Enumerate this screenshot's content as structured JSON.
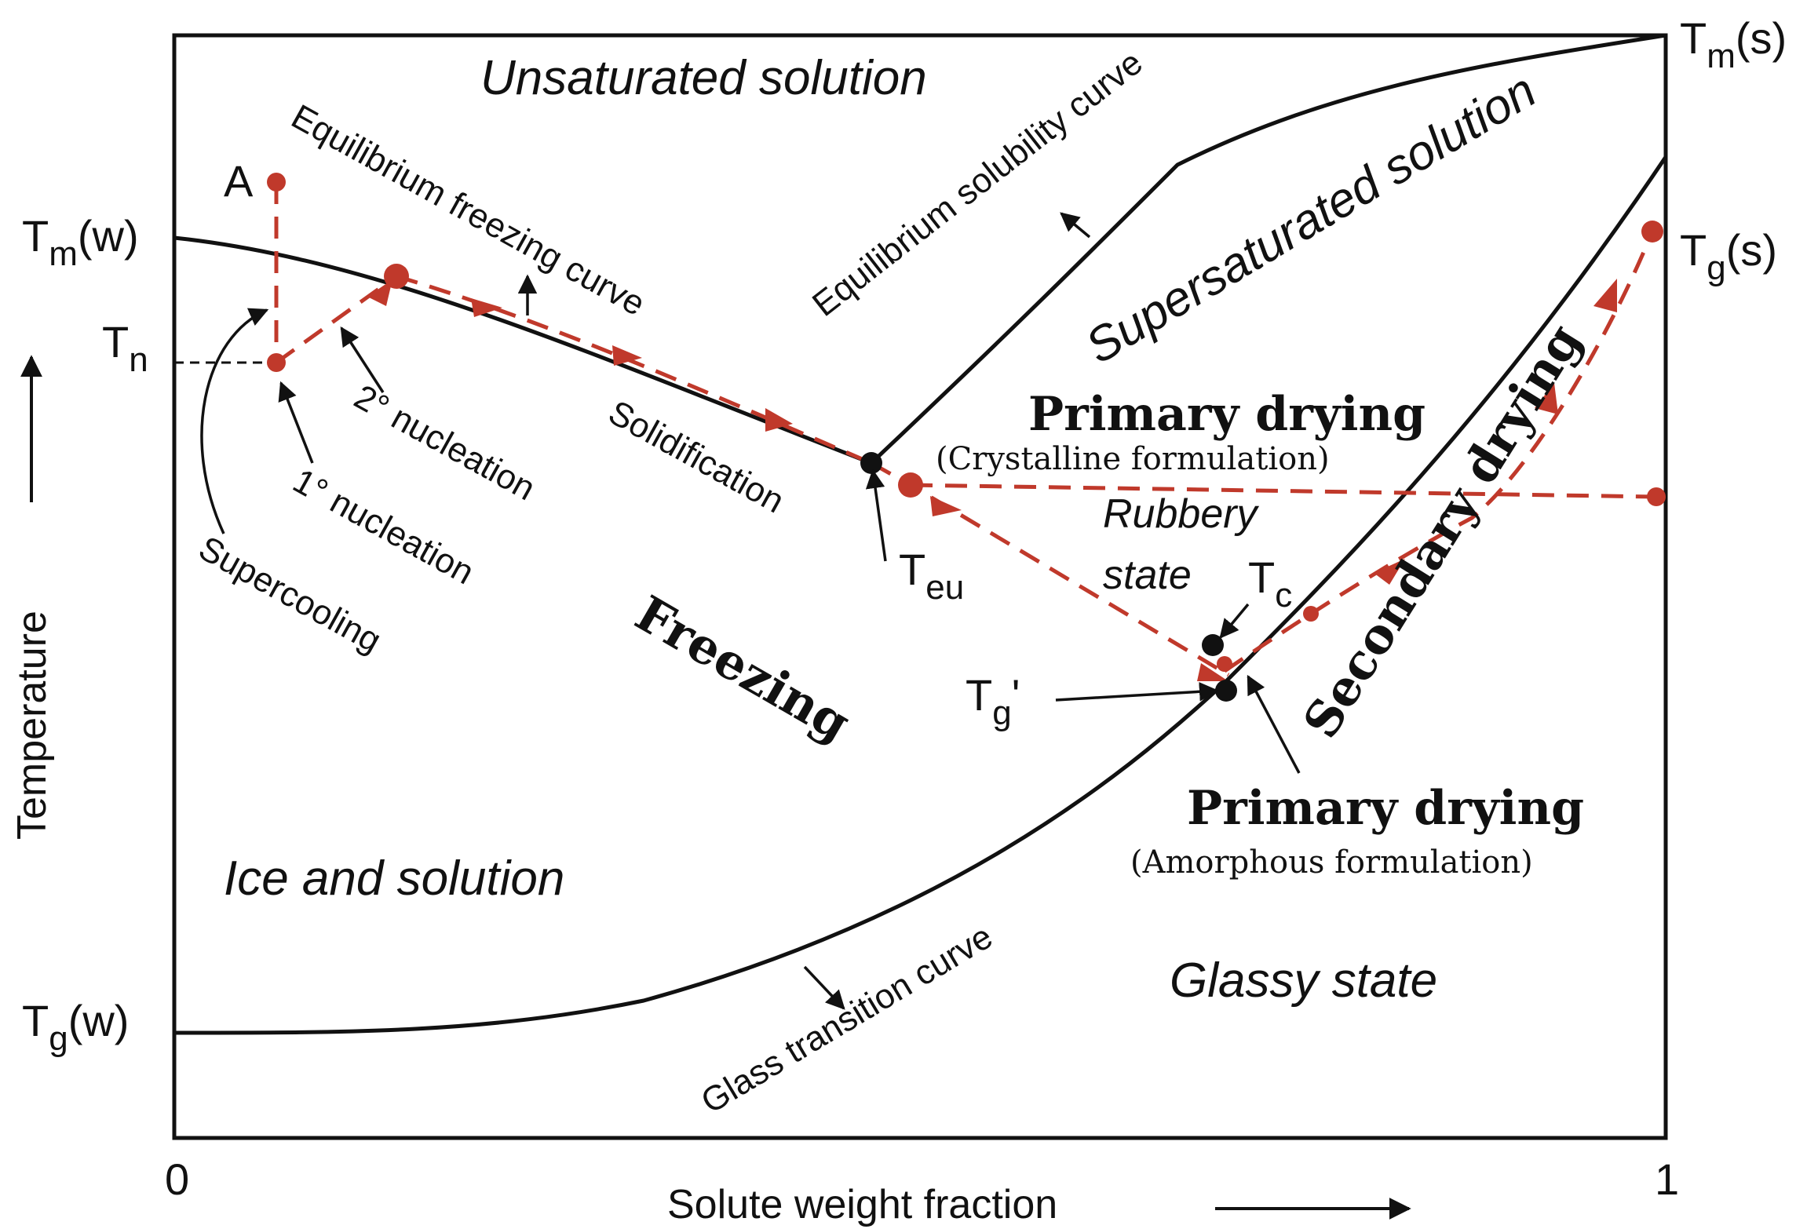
{
  "axes": {
    "x_label": "Solute weight fraction",
    "y_label": "Temperature",
    "x_tick_min": "0",
    "x_tick_max": "1"
  },
  "regions": {
    "unsaturated": "Unsaturated solution",
    "supersaturated": "Supersaturated solution",
    "ice_solution": "Ice and solution",
    "glassy": "Glassy state",
    "rubbery_1": "Rubbery",
    "rubbery_2": "state"
  },
  "curves": {
    "freezing": "Equilibrium freezing curve",
    "solubility": "Equilibrium solubility curve",
    "glass": "Glass transition curve"
  },
  "process_labels": {
    "solidification": "Solidification",
    "nucleation_2": "2° nucleation",
    "nucleation_1": "1° nucleation",
    "supercooling": "Supercooling",
    "freezing": "Freezing",
    "secondary_drying": "Secondary drying",
    "primary_crystalline_title": "Primary drying",
    "primary_crystalline_sub": "(Crystalline formulation)",
    "primary_amorphous_title": "Primary drying",
    "primary_amorphous_sub": "(Amorphous formulation)"
  },
  "points": {
    "A": "A",
    "Tm_w": {
      "main": "T",
      "sub": "m",
      "tail": "(w)"
    },
    "Tm_s": {
      "main": "T",
      "sub": "m",
      "tail": "(s)"
    },
    "Tg_s": {
      "main": "T",
      "sub": "g",
      "tail": "(s)"
    },
    "Tg_w": {
      "main": "T",
      "sub": "g",
      "tail": "(w)"
    },
    "Tn": {
      "main": "T",
      "sub": "n"
    },
    "Teu": {
      "main": "T",
      "sub": "eu"
    },
    "Tc": {
      "main": "T",
      "sub": "c"
    },
    "Tg_prime": {
      "main": "T",
      "sub": "g",
      "tail": "'"
    }
  },
  "colors": {
    "path": "#c0392b",
    "line": "#111111"
  }
}
